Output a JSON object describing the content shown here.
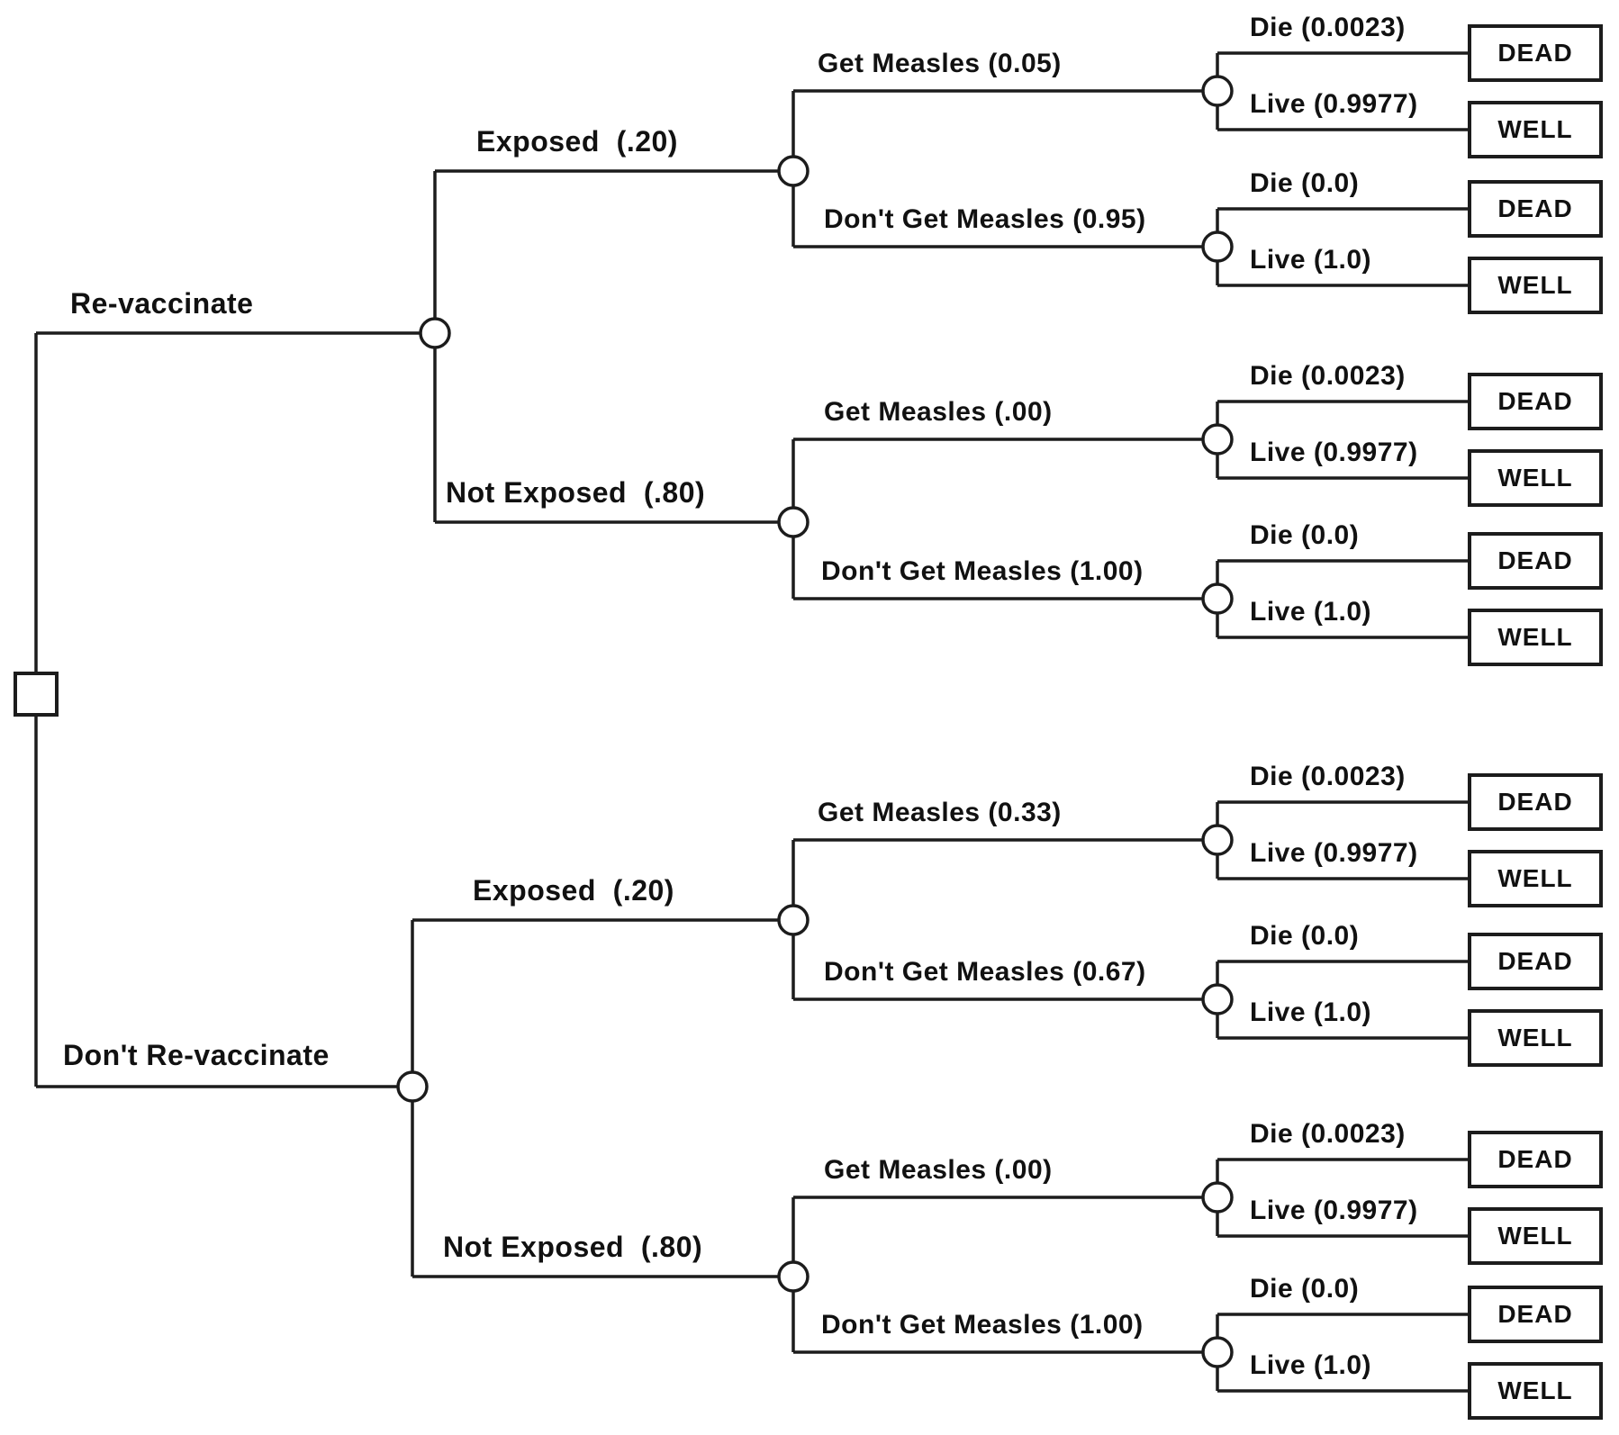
{
  "figure": {
    "kind": "decision-tree",
    "topic": "Measles re-vaccination decision",
    "line_color": "#1c1c1c",
    "background": "#ffffff",
    "node_shapes": {
      "decision": "square",
      "chance": "circle",
      "terminal": "rectangle"
    }
  },
  "tree": {
    "options": [
      {
        "label": "Re-vaccinate",
        "branches": [
          {
            "label": "Exposed  (.20)",
            "branches": [
              {
                "label": "Get Measles (0.05)",
                "outcomes": [
                  {
                    "label": "Die (0.0023)",
                    "terminal": "DEAD"
                  },
                  {
                    "label": "Live (0.9977)",
                    "terminal": "WELL"
                  }
                ]
              },
              {
                "label": "Don't Get Measles (0.95)",
                "outcomes": [
                  {
                    "label": "Die (0.0)",
                    "terminal": "DEAD"
                  },
                  {
                    "label": "Live (1.0)",
                    "terminal": "WELL"
                  }
                ]
              }
            ]
          },
          {
            "label": "Not Exposed  (.80)",
            "branches": [
              {
                "label": "Get Measles (.00)",
                "outcomes": [
                  {
                    "label": "Die (0.0023)",
                    "terminal": "DEAD"
                  },
                  {
                    "label": "Live (0.9977)",
                    "terminal": "WELL"
                  }
                ]
              },
              {
                "label": "Don't Get Measles (1.00)",
                "outcomes": [
                  {
                    "label": "Die (0.0)",
                    "terminal": "DEAD"
                  },
                  {
                    "label": "Live (1.0)",
                    "terminal": "WELL"
                  }
                ]
              }
            ]
          }
        ]
      },
      {
        "label": "Don't Re-vaccinate",
        "branches": [
          {
            "label": "Exposed  (.20)",
            "branches": [
              {
                "label": "Get Measles (0.33)",
                "outcomes": [
                  {
                    "label": "Die (0.0023)",
                    "terminal": "DEAD"
                  },
                  {
                    "label": "Live (0.9977)",
                    "terminal": "WELL"
                  }
                ]
              },
              {
                "label": "Don't Get Measles (0.67)",
                "outcomes": [
                  {
                    "label": "Die (0.0)",
                    "terminal": "DEAD"
                  },
                  {
                    "label": "Live (1.0)",
                    "terminal": "WELL"
                  }
                ]
              }
            ]
          },
          {
            "label": "Not Exposed  (.80)",
            "branches": [
              {
                "label": "Get Measles (.00)",
                "outcomes": [
                  {
                    "label": "Die (0.0023)",
                    "terminal": "DEAD"
                  },
                  {
                    "label": "Live (0.9977)",
                    "terminal": "WELL"
                  }
                ]
              },
              {
                "label": "Don't Get Measles (1.00)",
                "outcomes": [
                  {
                    "label": "Die (0.0)",
                    "terminal": "DEAD"
                  },
                  {
                    "label": "Live (1.0)",
                    "terminal": "WELL"
                  }
                ]
              }
            ]
          }
        ]
      }
    ]
  }
}
